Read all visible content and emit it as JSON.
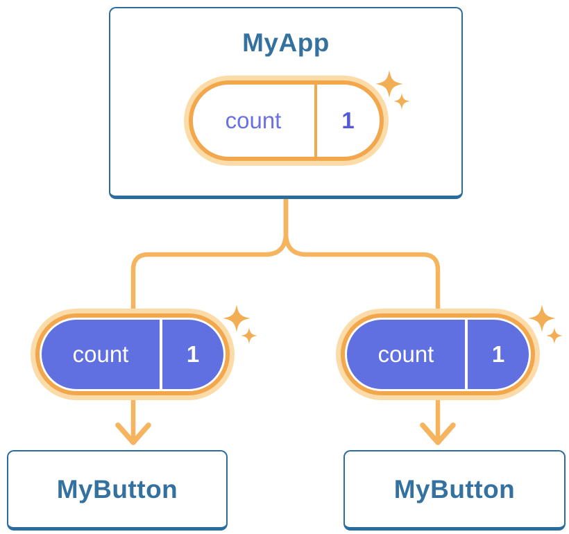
{
  "colors": {
    "card-border": "#2B6C9E",
    "card-bg": "#FFFFFF",
    "title-text": "#35719F",
    "line": "#F6B45F",
    "pill-ring": "#F2A74D",
    "pill-halo": "#FBDCA9",
    "pill-purple": "#6170E0",
    "pill-name-text": "#6B70E2",
    "pill-value-text": "#5459D8",
    "pill-text-light": "#FFFFFF",
    "sparkle": "#F2AE55"
  },
  "icons": {
    "sparkle": "four-point-sparkle"
  },
  "tree": {
    "root": {
      "title": "MyApp",
      "state": {
        "name": "count",
        "value": "1"
      }
    },
    "children": [
      {
        "title": "MyButton",
        "state": {
          "name": "count",
          "value": "1"
        }
      },
      {
        "title": "MyButton",
        "state": {
          "name": "count",
          "value": "1"
        }
      }
    ]
  }
}
